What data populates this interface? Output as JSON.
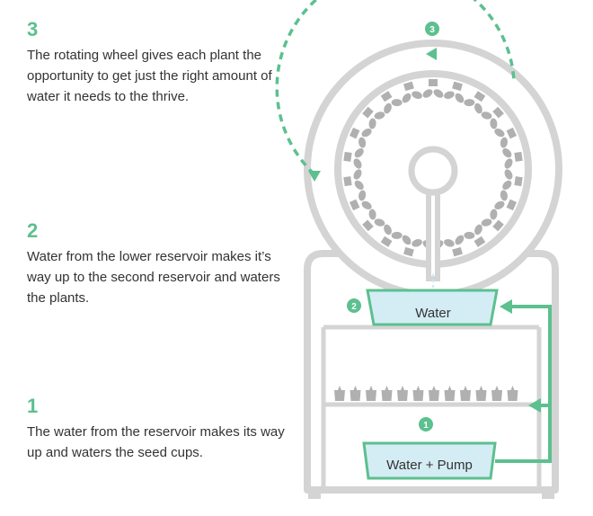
{
  "steps": [
    {
      "number": "3",
      "text": "The rotating wheel gives each plant the opportunity to get just the right amount of water it needs to the thrive."
    },
    {
      "number": "2",
      "text": "Water from the lower reservoir makes it’s way up to the second reservoir and waters the plants."
    },
    {
      "number": "1",
      "text": "The water from the reservoir makes its way up and waters the seed cups."
    }
  ],
  "diagram": {
    "upper_reservoir_label": "Water",
    "lower_reservoir_label": "Water + Pump",
    "badges": [
      "1",
      "2",
      "3"
    ]
  },
  "colors": {
    "accent": "#5cc08f",
    "frame": "#d4d4d4",
    "plant": "#b0b0b0",
    "water": "#d4ecf4",
    "text": "#333333"
  }
}
